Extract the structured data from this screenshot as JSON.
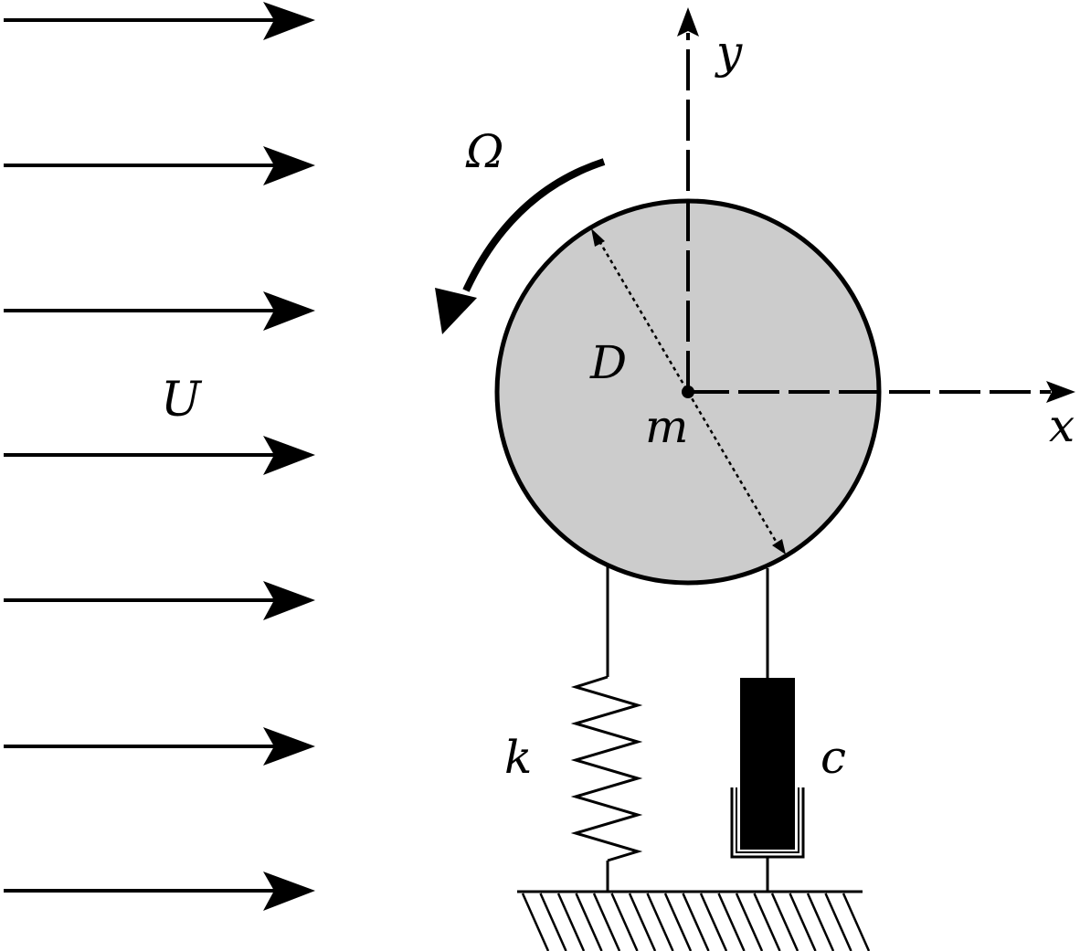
{
  "labels": {
    "flow_velocity": "U",
    "rotation_rate": "Ω",
    "diameter": "D",
    "mass": "m",
    "x_axis": "x",
    "y_axis": "y",
    "spring_stiffness": "k",
    "damping": "c"
  },
  "colors": {
    "stroke": "#000000",
    "cylinder_fill": "#cccccc",
    "background": "#ffffff"
  },
  "components": {
    "flow_arrow_count": 7,
    "spring": "zigzag-spring",
    "damper": "dashpot",
    "ground": "hatched-ground"
  }
}
